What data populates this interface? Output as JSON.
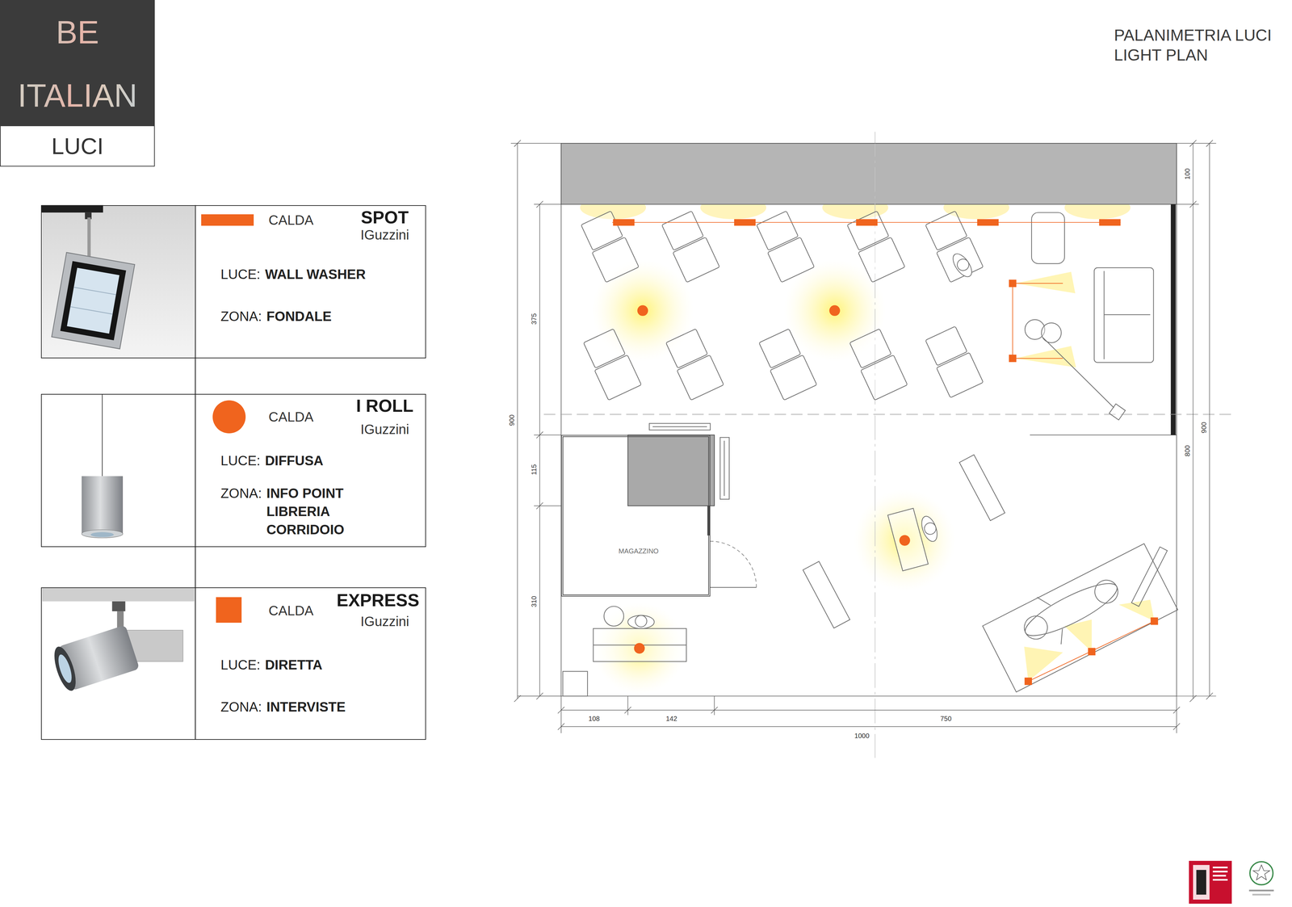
{
  "diagram": {
    "title": "PALANIMETRIA LUCI",
    "nodes": [
      {
        "text": [
          "BE ITALIAN"
        ]
      },
      {
        "text": [
          "LUCI"
        ]
      },
      {
        "text": [
          "SPOT",
          "IGuzzini",
          "LUCE:",
          "WALL WASHER",
          "ZONA:",
          "FONDALE"
        ]
      },
      {
        "text": [
          "I ROLL",
          "IGuzzini",
          "LUCE:",
          "DIFFUSA",
          "ZONA:",
          "INFO POINT LIBRERIA CORRIDOIO"
        ]
      },
      {
        "text": [
          "EXPRESS",
          "IGuzzini",
          "LUCE:",
          "DIRETTA",
          "ZONA:",
          "INTERVISTE"
        ]
      },
      {
        "text": [
          "MAGAZZINO"
        ]
      }
    ],
    "labels": [
      "LIGHT PLAN",
      "100",
      "375",
      "900",
      "115",
      "310",
      "800",
      "900",
      "108",
      "142",
      "750",
      "1000"
    ],
    "legend": [
      {
        "text": "CALDA",
        "color": "#f0641e"
      },
      {
        "text": "CALDA",
        "color": "#f0641e"
      },
      {
        "text": "CALDA",
        "color": "#f0641e"
      }
    ]
  }
}
